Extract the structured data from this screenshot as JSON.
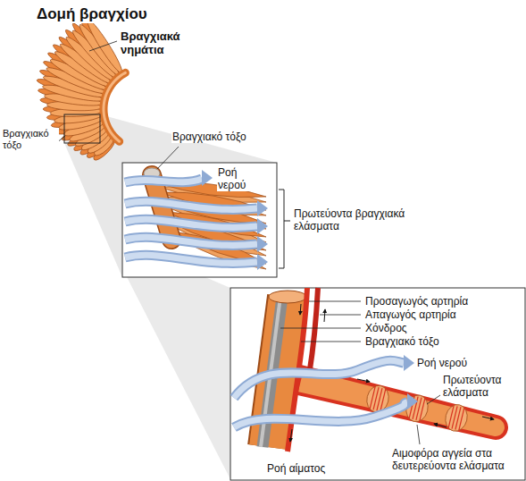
{
  "diagram": {
    "title": "Δομή βραγχίου",
    "labels": [
      "Βραγχιακά νημάτια",
      "Βραγχιακό τόξο",
      "Βραγχιακό τόξο",
      "Ροή νερού",
      "Πρωτεύοντα βραγχιακά ελάσματα",
      "Προσαγωγός αρτηρία",
      "Απαγωγός αρτηρία",
      "Χόνδρος",
      "Βραγχιακό τόξο",
      "Ροή νερού",
      "Πρωτεύοντα ελάσματα",
      "Αιμοφόρα αγγεία στα δευτερεύοντα ελάσματα",
      "Ροή αίματος"
    ]
  }
}
